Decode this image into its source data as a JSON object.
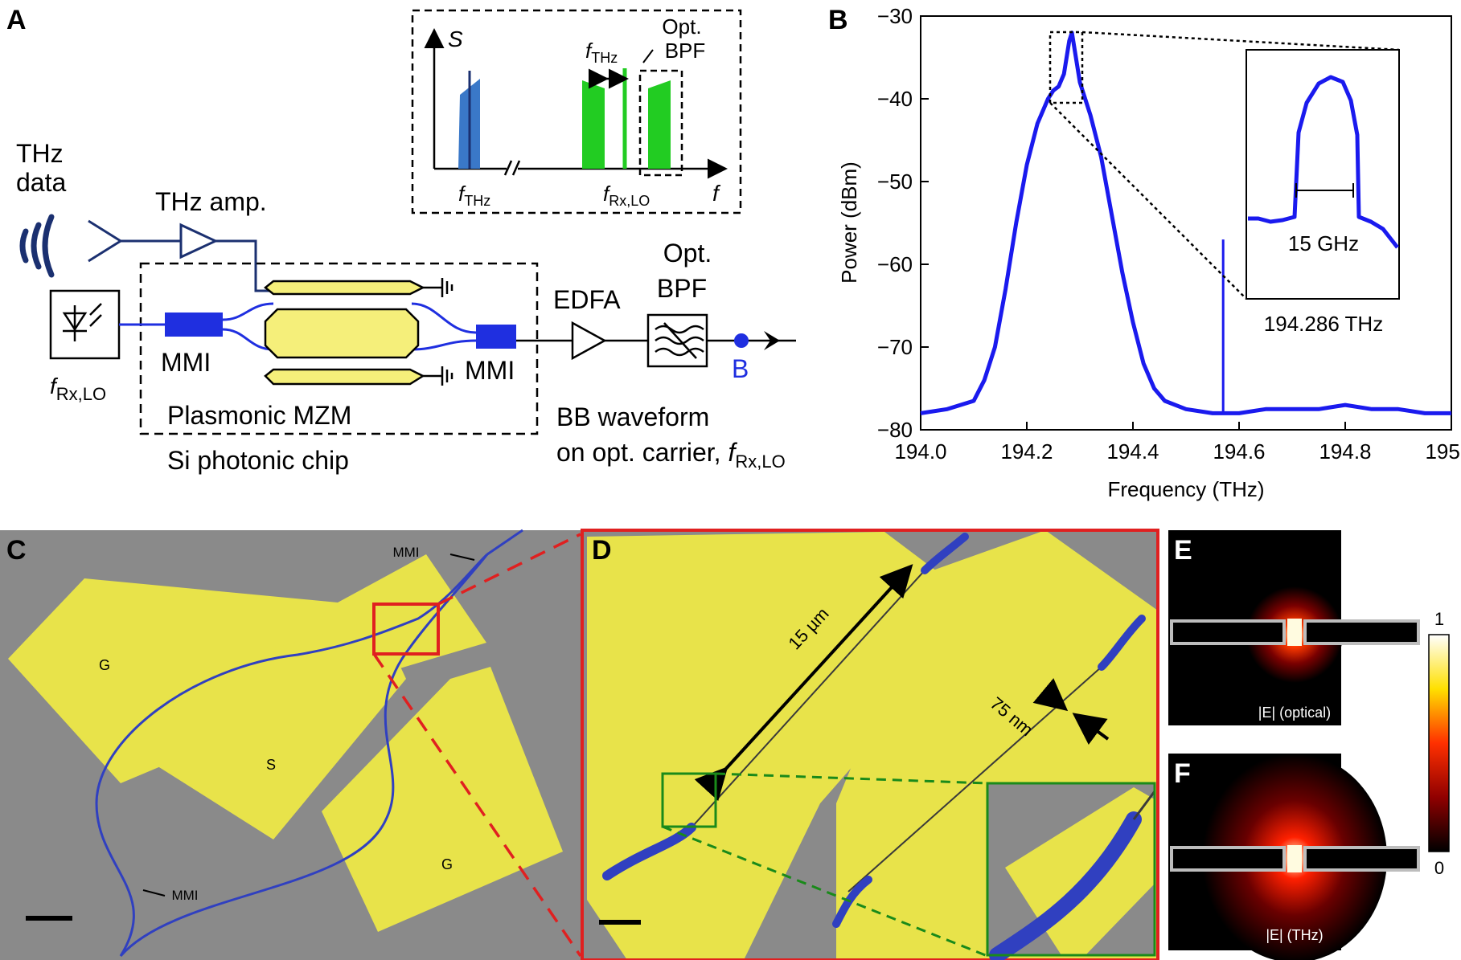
{
  "panels": {
    "a": {
      "letter": "A",
      "thz_data": [
        "THz",
        "data"
      ],
      "thz_amp": "THz amp.",
      "mmi_left": "MMI",
      "mmi_right": "MMI",
      "f_rx_lo": {
        "base": "f",
        "sub": "Rx,LO"
      },
      "plasmonic_mzm": "Plasmonic MZM",
      "si_chip": "Si photonic chip",
      "edfa": "EDFA",
      "opt_bpf": [
        "Opt.",
        "BPF"
      ],
      "point_b": "B",
      "bb_waveform": [
        "BB waveform",
        "on opt. carrier, "
      ],
      "bb_f": {
        "base": "f",
        "sub": "Rx,LO"
      },
      "inset": {
        "s_axis": "S",
        "f_axis": "f",
        "f_thz_arrow": {
          "base": "f",
          "sub": "THz"
        },
        "f_thz_tick": {
          "base": "f",
          "sub": "THz"
        },
        "f_rx_lo_tick": {
          "base": "f",
          "sub": "Rx,LO"
        },
        "opt_bpf": [
          "Opt.",
          "BPF"
        ]
      },
      "colors": {
        "chip_blue": "#1f2fe0",
        "electrode_yellow": "#f5ef7a",
        "line_navy": "#1b3070",
        "bpf_green": "#22cc22",
        "thz_blue": "#3a78c8"
      }
    },
    "b": {
      "letter": "B",
      "inset_span_label": "15 GHz",
      "inset_center_label": "194.286 THz"
    },
    "c": {
      "letter": "C",
      "labels": {
        "mmi_top": "MMI",
        "mmi_bottom": "MMI",
        "g1": "G",
        "s": "S",
        "g2": "G"
      }
    },
    "d": {
      "letter": "D",
      "length_label": "15 µm",
      "gap_label": "75 nm"
    },
    "e": {
      "letter": "E",
      "field_label": "|E| (optical)"
    },
    "f": {
      "letter": "F",
      "field_label": "|E| (THz)"
    },
    "colorbar": {
      "max": "1",
      "min": "0"
    }
  },
  "chart_data": {
    "type": "line",
    "xlabel": "Frequency (THz)",
    "ylabel": "Power (dBm)",
    "xlim": [
      194.0,
      195.0
    ],
    "ylim": [
      -80,
      -30
    ],
    "x_ticks": [
      "194.0",
      "194.2",
      "194.4",
      "194.6",
      "194.8",
      "195.0"
    ],
    "y_ticks": [
      "−30",
      "−40",
      "−50",
      "−60",
      "−70",
      "−80"
    ],
    "color": "#1a1aee",
    "series": [
      {
        "x": [
          194.0,
          194.05,
          194.1,
          194.12,
          194.14,
          194.16,
          194.18,
          194.2,
          194.22,
          194.24,
          194.25,
          194.26,
          194.27,
          194.28,
          194.285,
          194.29,
          194.3,
          194.31,
          194.32,
          194.34,
          194.36,
          194.38,
          194.4,
          194.42,
          194.44,
          194.46,
          194.5,
          194.55,
          194.6,
          194.65,
          194.7,
          194.75,
          194.8,
          194.85,
          194.9,
          194.95,
          195.0
        ],
        "y": [
          -78,
          -77.5,
          -76.5,
          -74,
          -70,
          -63,
          -55,
          -48,
          -43,
          -40,
          -39,
          -38.5,
          -37,
          -33,
          -32,
          -34,
          -38,
          -40,
          -42,
          -47,
          -54,
          -61,
          -67,
          -72,
          -75,
          -76.5,
          -77.5,
          -78,
          -78,
          -77.5,
          -77.5,
          -77.5,
          -77,
          -77.5,
          -77.5,
          -78,
          -78
        ]
      }
    ],
    "spike": {
      "x": 194.57,
      "y_top": -57,
      "y_bottom": -78
    },
    "grid": false
  }
}
